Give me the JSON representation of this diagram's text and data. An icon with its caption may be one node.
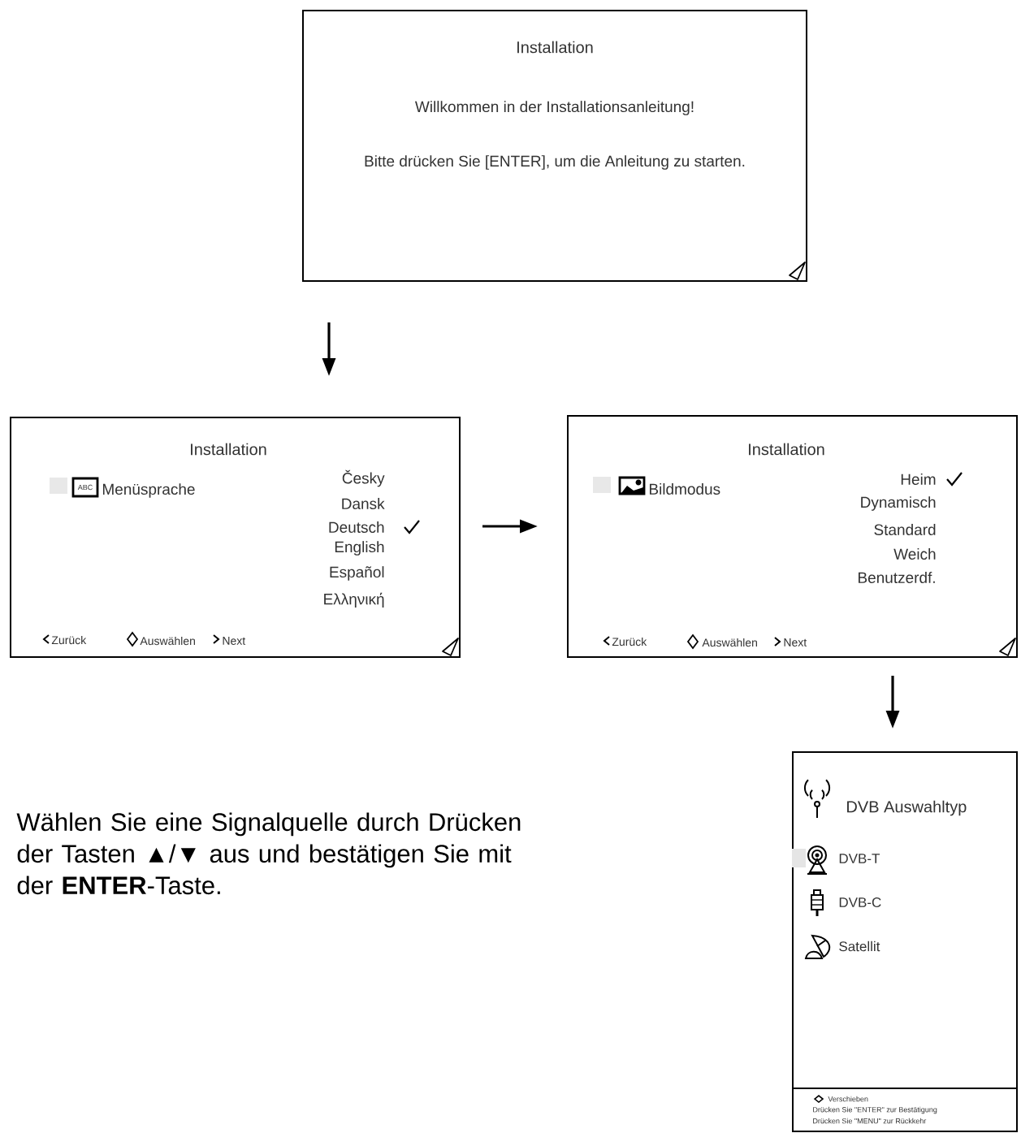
{
  "diagram": {
    "nodes": [
      {
        "text": [
          "Installation",
          "Willkommen in der Installationsanleitung!",
          "Bitte drücken Sie [ENTER], um die Anleitung zu starten."
        ]
      },
      {
        "text": [
          "Installation",
          "ABC",
          "Menüsprache",
          "Česky",
          "Dansk",
          "Deutsch",
          "English",
          "Español",
          "Ελληνική",
          "Zurück",
          "Auswählen",
          "Next"
        ]
      },
      {
        "text": [
          "Installation",
          "Bildmodus",
          "Heim",
          "Dynamisch",
          "Standard",
          "Weich",
          "Benutzerdf.",
          "Zurück",
          "Auswählen",
          "Next"
        ]
      },
      {
        "text": [
          "DVB Auswahltyp",
          "DVB-T",
          "DVB-C",
          "Satellit",
          "Verschieben",
          "Drücken Sie \"ENTER\" zur Bestätigung",
          "Drücken Sie \"MENU\" zur Rückkehr"
        ]
      }
    ],
    "edges": [
      {
        "from": 0,
        "to": 1,
        "arrow": "to"
      },
      {
        "from": 1,
        "to": 2,
        "arrow": "to"
      },
      {
        "from": 2,
        "to": 3,
        "arrow": "to"
      }
    ],
    "labels": [
      "Wählen Sie eine Signalquelle durch Drücken der Tasten ▲/▼ aus und bestätigen Sie mit der **ENTER**-Taste."
    ]
  }
}
